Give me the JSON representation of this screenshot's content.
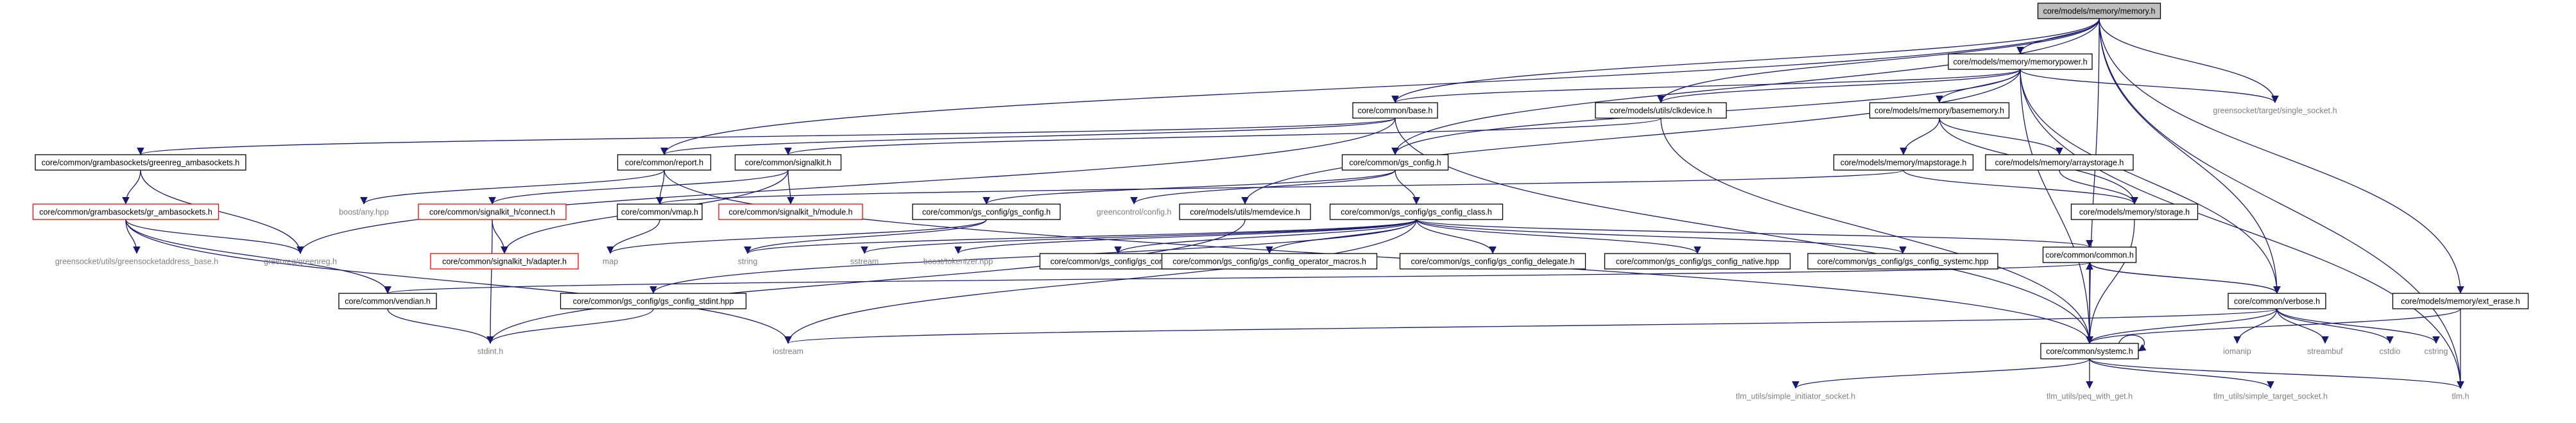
{
  "graph": {
    "root": "core/models/memory/memory.h",
    "style": {
      "root_fill": "#bfbfbf",
      "node_border": "#000000",
      "missing_border": "#ff0000",
      "edge_color": "#191970",
      "text_color": "#000000",
      "external_text_color": "#808080"
    },
    "nodes": [
      {
        "id": "memory_h",
        "label": "core/models/memory/memory.h",
        "kind": "root"
      },
      {
        "id": "memorypower_h",
        "label": "core/models/memory/memorypower.h",
        "kind": "normal"
      },
      {
        "id": "base_h",
        "label": "core/common/base.h",
        "kind": "normal"
      },
      {
        "id": "clkdevice_h",
        "label": "core/models/utils/clkdevice.h",
        "kind": "normal"
      },
      {
        "id": "basememory_h",
        "label": "core/models/memory/basememory.h",
        "kind": "normal"
      },
      {
        "id": "single_socket",
        "label": "greensocket/target/single_socket.h",
        "kind": "external"
      },
      {
        "id": "greenreg_ambasockets_h",
        "label": "core/common/grambasockets/greenreg_ambasockets.h",
        "kind": "normal"
      },
      {
        "id": "report_h",
        "label": "core/common/report.h",
        "kind": "normal"
      },
      {
        "id": "signalkit_h",
        "label": "core/common/signalkit.h",
        "kind": "normal"
      },
      {
        "id": "gs_config_h",
        "label": "core/common/gs_config.h",
        "kind": "normal"
      },
      {
        "id": "mapstorage_h",
        "label": "core/models/memory/mapstorage.h",
        "kind": "normal"
      },
      {
        "id": "arraystorage_h",
        "label": "core/models/memory/arraystorage.h",
        "kind": "normal"
      },
      {
        "id": "gr_ambasockets_h",
        "label": "core/common/grambasockets/gr_ambasockets.h",
        "kind": "missing"
      },
      {
        "id": "boost_any",
        "label": "boost/any.hpp",
        "kind": "external"
      },
      {
        "id": "sk_connect_h",
        "label": "core/common/signalkit_h/connect.h",
        "kind": "missing"
      },
      {
        "id": "vmap_h",
        "label": "core/common/vmap.h",
        "kind": "normal"
      },
      {
        "id": "sk_module_h",
        "label": "core/common/signalkit_h/module.h",
        "kind": "missing"
      },
      {
        "id": "gs_config_gs_config_h",
        "label": "core/common/gs_config/gs_config.h",
        "kind": "normal"
      },
      {
        "id": "greencontrol_config",
        "label": "greencontrol/config.h",
        "kind": "external"
      },
      {
        "id": "memdevice_h",
        "label": "core/models/utils/memdevice.h",
        "kind": "normal"
      },
      {
        "id": "gs_config_class_h",
        "label": "core/common/gs_config/gs_config_class.h",
        "kind": "normal"
      },
      {
        "id": "storage_h",
        "label": "core/models/memory/storage.h",
        "kind": "normal"
      },
      {
        "id": "greensocketaddress_base",
        "label": "greensocket/utils/greensocketaddress_base.h",
        "kind": "external"
      },
      {
        "id": "greenreg_h",
        "label": "greenreg/greenreg.h",
        "kind": "external"
      },
      {
        "id": "map",
        "label": "map",
        "kind": "external"
      },
      {
        "id": "sk_adapter_h",
        "label": "core/common/signalkit_h/adapter.h",
        "kind": "missing"
      },
      {
        "id": "string",
        "label": "string",
        "kind": "external"
      },
      {
        "id": "sstream",
        "label": "sstream",
        "kind": "external"
      },
      {
        "id": "boost_tokenizer",
        "label": "boost/tokenizer.hpp",
        "kind": "external"
      },
      {
        "id": "gs_config_t_h",
        "label": "core/common/gs_config/gs_config_t.h",
        "kind": "normal"
      },
      {
        "id": "gs_config_operator_macros_h",
        "label": "core/common/gs_config/gs_config_operator_macros.h",
        "kind": "normal"
      },
      {
        "id": "gs_config_delegate_h",
        "label": "core/common/gs_config/gs_config_delegate.h",
        "kind": "normal"
      },
      {
        "id": "gs_config_native_hpp",
        "label": "core/common/gs_config/gs_config_native.hpp",
        "kind": "normal"
      },
      {
        "id": "gs_config_systemc_hpp",
        "label": "core/common/gs_config/gs_config_systemc.hpp",
        "kind": "normal"
      },
      {
        "id": "common_h",
        "label": "core/common/common.h",
        "kind": "normal"
      },
      {
        "id": "vendian_h",
        "label": "core/common/vendian.h",
        "kind": "normal"
      },
      {
        "id": "gs_config_stdint_hpp",
        "label": "core/common/gs_config/gs_config_stdint.hpp",
        "kind": "normal"
      },
      {
        "id": "verbose_h",
        "label": "core/common/verbose.h",
        "kind": "normal"
      },
      {
        "id": "ext_erase_h",
        "label": "core/models/memory/ext_erase.h",
        "kind": "normal"
      },
      {
        "id": "stdint_h",
        "label": "stdint.h",
        "kind": "external"
      },
      {
        "id": "iostream",
        "label": "iostream",
        "kind": "external"
      },
      {
        "id": "systemc_h",
        "label": "core/common/systemc.h",
        "kind": "normal"
      },
      {
        "id": "iomanip",
        "label": "iomanip",
        "kind": "external"
      },
      {
        "id": "streambuf",
        "label": "streambuf",
        "kind": "external"
      },
      {
        "id": "cstdio",
        "label": "cstdio",
        "kind": "external"
      },
      {
        "id": "cstring",
        "label": "cstring",
        "kind": "external"
      },
      {
        "id": "tlm_h",
        "label": "tlm.h",
        "kind": "external"
      },
      {
        "id": "simple_initiator_socket",
        "label": "tlm_utils/simple_initiator_socket.h",
        "kind": "external"
      },
      {
        "id": "peq_with_get",
        "label": "tlm_utils/peq_with_get.h",
        "kind": "external"
      },
      {
        "id": "simple_target_socket",
        "label": "tlm_utils/simple_target_socket.h",
        "kind": "external"
      }
    ],
    "edges": [
      [
        "memory_h",
        "memorypower_h"
      ],
      [
        "memory_h",
        "base_h"
      ],
      [
        "memory_h",
        "clkdevice_h"
      ],
      [
        "memory_h",
        "single_socket"
      ],
      [
        "memory_h",
        "report_h"
      ],
      [
        "memory_h",
        "gs_config_h"
      ],
      [
        "memory_h",
        "verbose_h"
      ],
      [
        "memory_h",
        "systemc_h"
      ],
      [
        "memory_h",
        "ext_erase_h"
      ],
      [
        "memory_h",
        "tlm_h"
      ],
      [
        "memorypower_h",
        "base_h"
      ],
      [
        "memorypower_h",
        "clkdevice_h"
      ],
      [
        "memorypower_h",
        "basememory_h"
      ],
      [
        "memorypower_h",
        "single_socket"
      ],
      [
        "memorypower_h",
        "gs_config_h"
      ],
      [
        "memorypower_h",
        "memdevice_h"
      ],
      [
        "memorypower_h",
        "verbose_h"
      ],
      [
        "memorypower_h",
        "systemc_h"
      ],
      [
        "memorypower_h",
        "tlm_h"
      ],
      [
        "base_h",
        "greenreg_ambasockets_h"
      ],
      [
        "base_h",
        "report_h"
      ],
      [
        "base_h",
        "greenreg_h"
      ],
      [
        "base_h",
        "systemc_h"
      ],
      [
        "clkdevice_h",
        "signalkit_h"
      ],
      [
        "clkdevice_h",
        "systemc_h"
      ],
      [
        "basememory_h",
        "mapstorage_h"
      ],
      [
        "basememory_h",
        "arraystorage_h"
      ],
      [
        "basememory_h",
        "storage_h"
      ],
      [
        "greenreg_ambasockets_h",
        "gr_ambasockets_h"
      ],
      [
        "greenreg_ambasockets_h",
        "greenreg_h"
      ],
      [
        "report_h",
        "boost_any"
      ],
      [
        "report_h",
        "vmap_h"
      ],
      [
        "report_h",
        "systemc_h"
      ],
      [
        "signalkit_h",
        "sk_connect_h"
      ],
      [
        "signalkit_h",
        "sk_module_h"
      ],
      [
        "signalkit_h",
        "sk_adapter_h"
      ],
      [
        "gs_config_h",
        "gs_config_gs_config_h"
      ],
      [
        "gs_config_h",
        "greencontrol_config"
      ],
      [
        "gs_config_h",
        "gs_config_class_h"
      ],
      [
        "mapstorage_h",
        "storage_h"
      ],
      [
        "mapstorage_h",
        "vmap_h"
      ],
      [
        "arraystorage_h",
        "storage_h"
      ],
      [
        "gr_ambasockets_h",
        "greensocketaddress_base"
      ],
      [
        "gr_ambasockets_h",
        "greenreg_h"
      ],
      [
        "gr_ambasockets_h",
        "vendian_h"
      ],
      [
        "gr_ambasockets_h",
        "iostream"
      ],
      [
        "sk_connect_h",
        "sk_adapter_h"
      ],
      [
        "sk_connect_h",
        "stdint_h"
      ],
      [
        "vmap_h",
        "map"
      ],
      [
        "gs_config_gs_config_h",
        "map"
      ],
      [
        "gs_config_gs_config_h",
        "string"
      ],
      [
        "memdevice_h",
        "stdint_h"
      ],
      [
        "gs_config_class_h",
        "string"
      ],
      [
        "gs_config_class_h",
        "sstream"
      ],
      [
        "gs_config_class_h",
        "boost_tokenizer"
      ],
      [
        "gs_config_class_h",
        "gs_config_t_h"
      ],
      [
        "gs_config_class_h",
        "gs_config_operator_macros_h"
      ],
      [
        "gs_config_class_h",
        "gs_config_delegate_h"
      ],
      [
        "gs_config_class_h",
        "gs_config_native_hpp"
      ],
      [
        "gs_config_class_h",
        "gs_config_systemc_hpp"
      ],
      [
        "gs_config_class_h",
        "common_h"
      ],
      [
        "gs_config_class_h",
        "gs_config_stdint_hpp"
      ],
      [
        "gs_config_class_h",
        "iostream"
      ],
      [
        "storage_h",
        "systemc_h"
      ],
      [
        "common_h",
        "vendian_h"
      ],
      [
        "common_h",
        "verbose_h"
      ],
      [
        "common_h",
        "systemc_h"
      ],
      [
        "vendian_h",
        "stdint_h"
      ],
      [
        "gs_config_stdint_hpp",
        "stdint_h"
      ],
      [
        "verbose_h",
        "common_h"
      ],
      [
        "verbose_h",
        "iostream"
      ],
      [
        "verbose_h",
        "systemc_h"
      ],
      [
        "verbose_h",
        "iomanip"
      ],
      [
        "verbose_h",
        "streambuf"
      ],
      [
        "verbose_h",
        "cstdio"
      ],
      [
        "verbose_h",
        "cstring"
      ],
      [
        "ext_erase_h",
        "systemc_h"
      ],
      [
        "ext_erase_h",
        "tlm_h"
      ],
      [
        "systemc_h",
        "systemc_h"
      ],
      [
        "systemc_h",
        "simple_initiator_socket"
      ],
      [
        "systemc_h",
        "peq_with_get"
      ],
      [
        "systemc_h",
        "simple_target_socket"
      ],
      [
        "systemc_h",
        "tlm_h"
      ]
    ]
  }
}
